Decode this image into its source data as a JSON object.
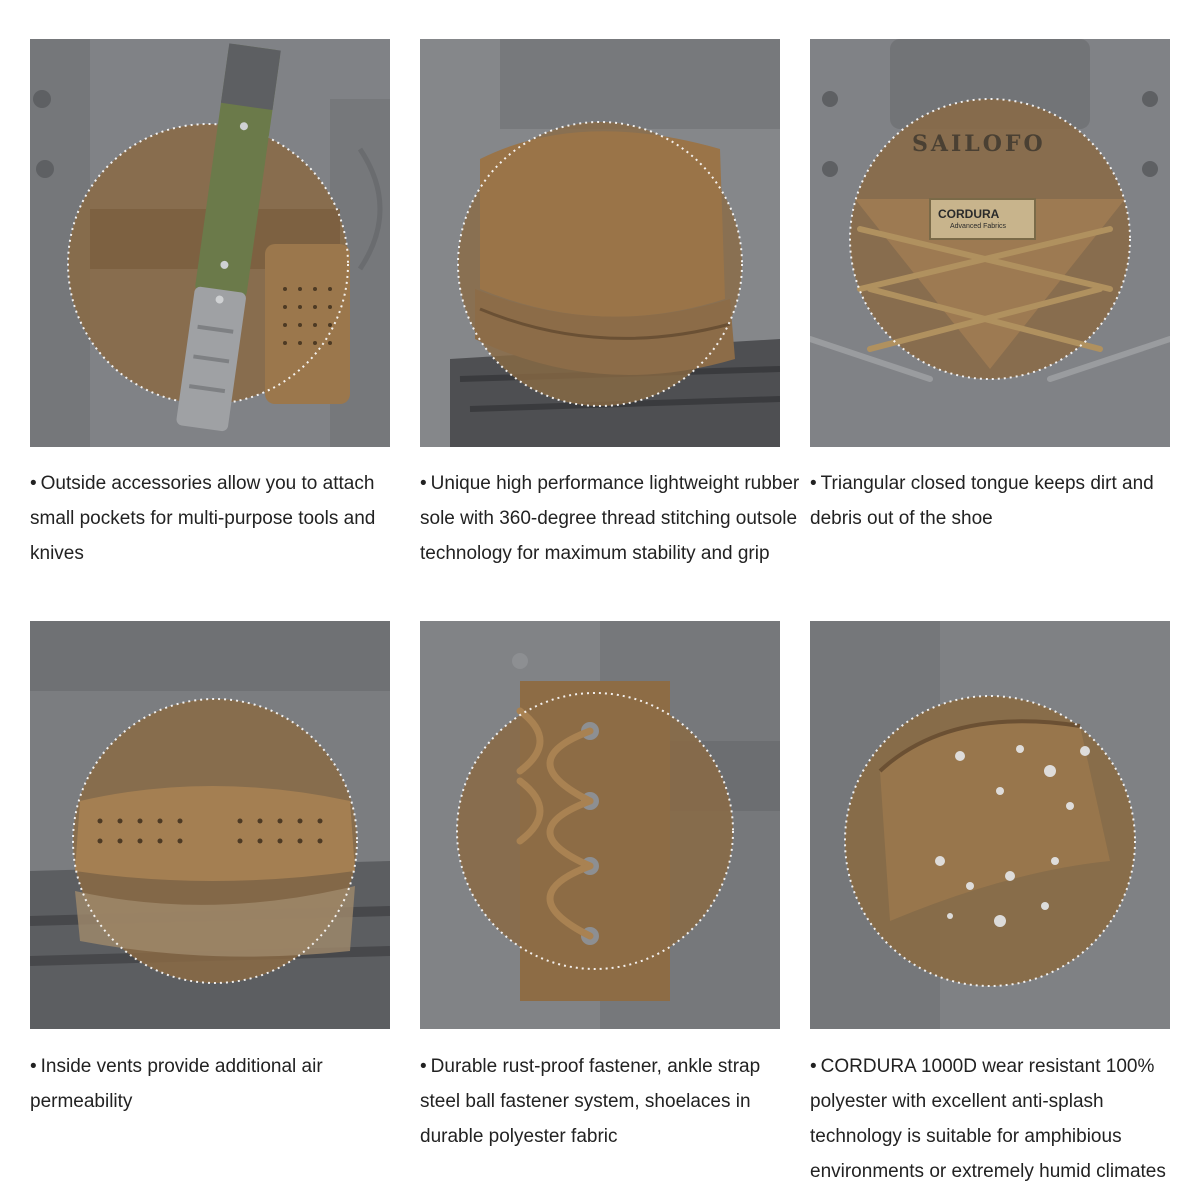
{
  "features": [
    {
      "id": "accessories",
      "bullet": "•",
      "text": "Outside accessories allow you to attach small pockets for multi-purpose tools and knives"
    },
    {
      "id": "sole",
      "bullet": "•",
      "text": "Unique high performance lightweight rubber sole with 360-degree thread stitching outsole technology for maximum stability and grip"
    },
    {
      "id": "tongue",
      "bullet": "•",
      "text": "Triangular closed tongue keeps dirt and debris out of the shoe",
      "brand_label": "SAILOFO",
      "fabric_tag_main": "CORDURA",
      "fabric_tag_sub": "Advanced Fabrics"
    },
    {
      "id": "vents",
      "bullet": "•",
      "text": "Inside vents provide additional air permeability"
    },
    {
      "id": "fastener",
      "bullet": "•",
      "text": "Durable rust-proof fastener, ankle strap steel ball fastener system, shoelaces in durable polyester fabric"
    },
    {
      "id": "cordura",
      "bullet": "•",
      "text": "CORDURA 1000D wear resistant 100% polyester with excellent anti-splash technology is suitable for amphibious environments or extremely humid climates"
    }
  ],
  "colors": {
    "suede_gray": "#7d7f82",
    "suede_dark": "#5f6164",
    "coyote": "#8a6a44",
    "coyote_light": "#a9865a",
    "sole_dark": "#4a4b4e",
    "caption_text": "#222222"
  }
}
